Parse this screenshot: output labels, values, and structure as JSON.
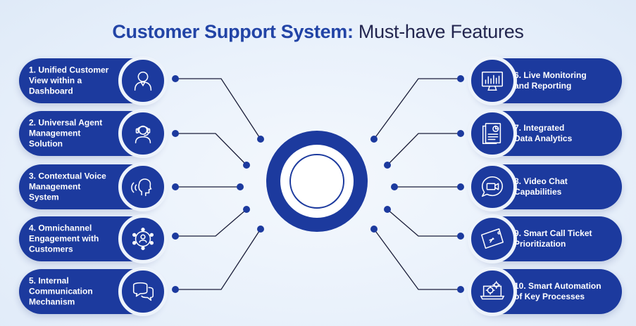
{
  "title": {
    "strong": "Customer Support System:",
    "light": " Must-have Features"
  },
  "colors": {
    "primary": "#1c3a9e",
    "title_strong": "#2244a6",
    "background": "#eaf2fb"
  },
  "features_left": [
    {
      "label": "1. Unified Customer\nView within a\nDashboard",
      "icon": "user-profile-icon"
    },
    {
      "label": "2. Universal Agent\nManagement\nSolution",
      "icon": "headset-agent-icon"
    },
    {
      "label": "3. Contextual Voice\nManagement\nSystem",
      "icon": "voice-head-icon"
    },
    {
      "label": "4. Omnichannel\nEngagement with\nCustomers",
      "icon": "network-user-icon"
    },
    {
      "label": "5. Internal\nCommunication\nMechanism",
      "icon": "chat-bubbles-icon"
    }
  ],
  "features_right": [
    {
      "label": "6. Live Monitoring\nand Reporting",
      "icon": "monitor-chart-icon"
    },
    {
      "label": "7. Integrated\nData Analytics",
      "icon": "analytics-report-icon"
    },
    {
      "label": "8. Video Chat\nCapabilities",
      "icon": "video-camera-icon"
    },
    {
      "label": "9. Smart Call Ticket\nPrioritization",
      "icon": "ticket-icon"
    },
    {
      "label": "10. Smart Automation\nof Key Processes",
      "icon": "gear-laptop-icon"
    }
  ]
}
